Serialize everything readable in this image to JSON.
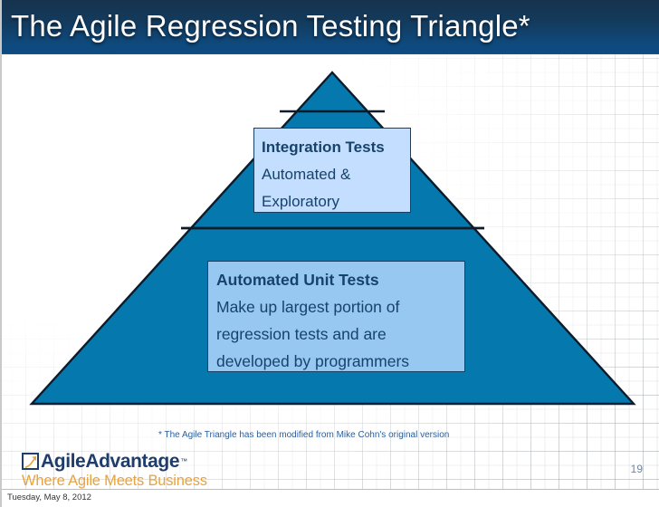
{
  "slide": {
    "title": "The Agile Regression Testing Triangle*",
    "page_number": "19",
    "date": "Tuesday, May 8, 2012",
    "footnote": "* The Agile Triangle has been modified from Mike Cohn's original version"
  },
  "colors": {
    "title_bar_top": "#16334d",
    "title_bar_bottom": "#0d4b80",
    "triangle_fill": "#0579ae",
    "triangle_stroke": "#0d1b2a",
    "callout_border": "#1b3f63",
    "callout_text": "#17436b",
    "integration_bg": "#c3deff",
    "unit_bg": "#96c8f2",
    "footnote_text": "#2a5f9e",
    "logo_navy": "#1e3d6b",
    "logo_orange": "#e8a33d",
    "page_number_text": "#6f86a1"
  },
  "diagram": {
    "name": "agile-regression-testing-triangle",
    "type": "pyramid",
    "tiers": [
      {
        "id": "top",
        "label": "",
        "callout": null
      },
      {
        "id": "middle",
        "callout": {
          "title": "Integration Tests",
          "lines": [
            "Automated &",
            "Exploratory"
          ]
        }
      },
      {
        "id": "base",
        "callout": {
          "title": "Automated Unit Tests",
          "lines": [
            "Make up largest portion of",
            "regression tests and are",
            "developed by programmers"
          ]
        }
      }
    ]
  },
  "logo": {
    "mark_icon": "chart-arrow-icon",
    "word_part1": "Agile",
    "word_part2": "Advantage",
    "trademark": "™",
    "tagline": "Where Agile Meets Business"
  }
}
